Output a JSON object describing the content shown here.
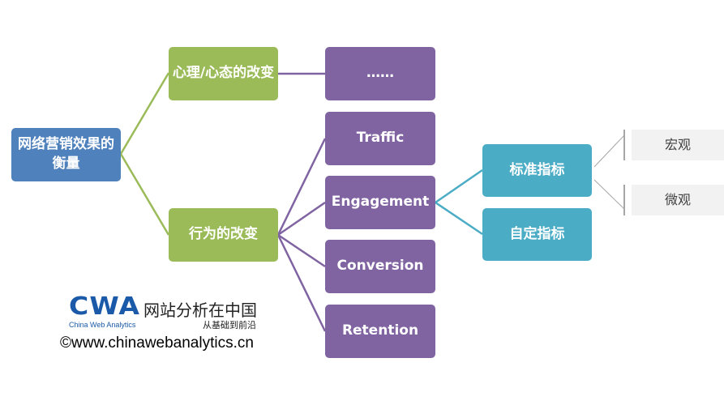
{
  "root": {
    "label": "网络营销效果的衡量",
    "color": "#4f81bd"
  },
  "level1": [
    {
      "label": "心理/心态的改变",
      "color": "#9bbb59"
    },
    {
      "label": "行为的改变",
      "color": "#9bbb59"
    }
  ],
  "level2": {
    "psych_children": [
      {
        "label": "……"
      }
    ],
    "behavior_children": [
      {
        "label": "Traffic"
      },
      {
        "label": "Engagement"
      },
      {
        "label": "Conversion"
      },
      {
        "label": "Retention"
      }
    ],
    "color": "#8064a2"
  },
  "level3": {
    "engagement_children": [
      {
        "label": "标准指标"
      },
      {
        "label": "自定指标"
      }
    ],
    "color": "#4bacc6"
  },
  "level4": {
    "standard_children": [
      {
        "label": "宏观"
      },
      {
        "label": "微观"
      }
    ]
  },
  "branding": {
    "logo_text": "CWA",
    "logo_subtitle": "China Web Analytics",
    "cn_title": "网站分析在中国",
    "cn_slogan": "从基础到前沿",
    "copyright": "©www.chinawebanalytics.cn"
  }
}
